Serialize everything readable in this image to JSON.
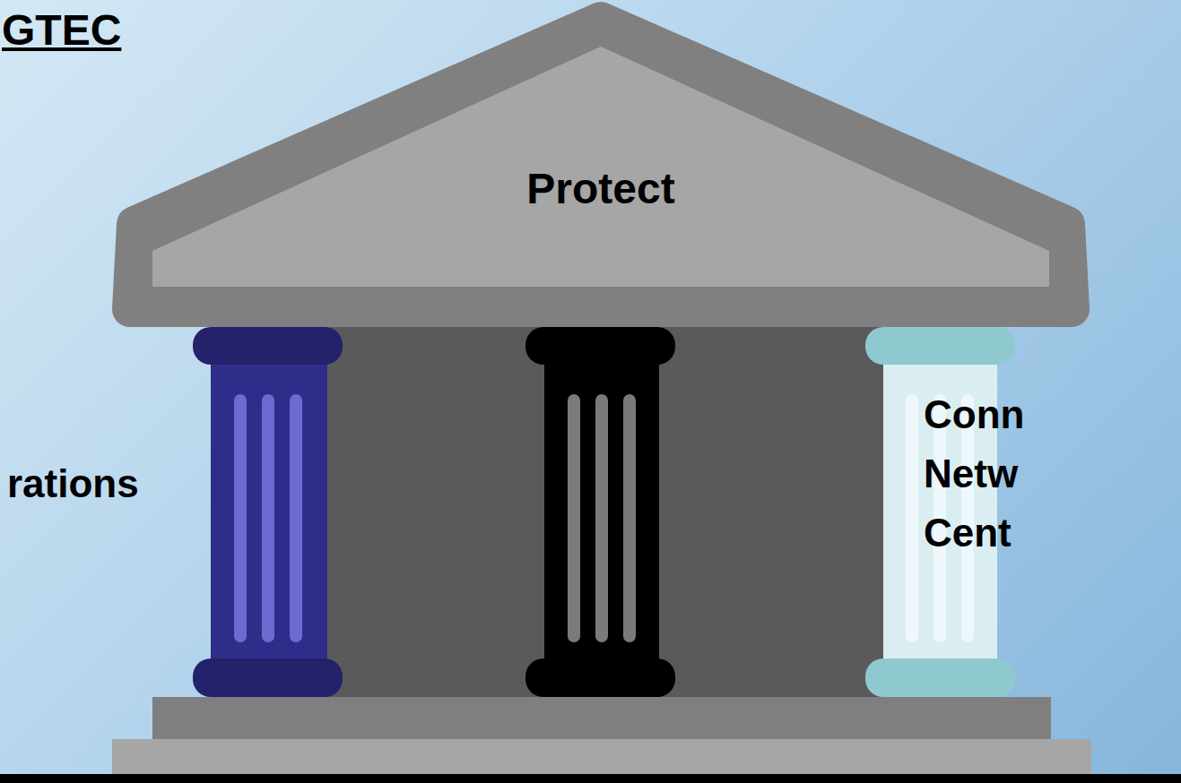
{
  "diagram": {
    "title": "GTEC",
    "nodes": [
      {
        "text": [
          "Protect"
        ]
      }
    ],
    "labels": [
      "rations",
      "Conn Netw Cent"
    ]
  }
}
